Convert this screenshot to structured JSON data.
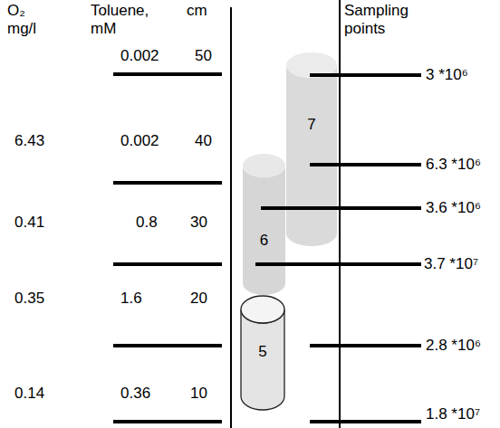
{
  "diagram": {
    "nodes": [
      {
        "text": [
          "7"
        ]
      },
      {
        "text": [
          "6"
        ]
      },
      {
        "text": [
          "5"
        ]
      }
    ],
    "labels": [
      "O₂ mg/l",
      "Toluene, mM",
      "cm",
      "Sampling points",
      "0.002",
      "50",
      "6.43",
      "0.002",
      "40",
      "0.41",
      "0.8",
      "30",
      "0.35",
      "1.6",
      "20",
      "0.14",
      "0.36",
      "10",
      "3 *10⁶",
      "6.3 *10⁶",
      "3.6 *10⁶",
      "3.7 *10⁷",
      "2.8 *10⁶",
      "1.8 *10⁷"
    ]
  }
}
